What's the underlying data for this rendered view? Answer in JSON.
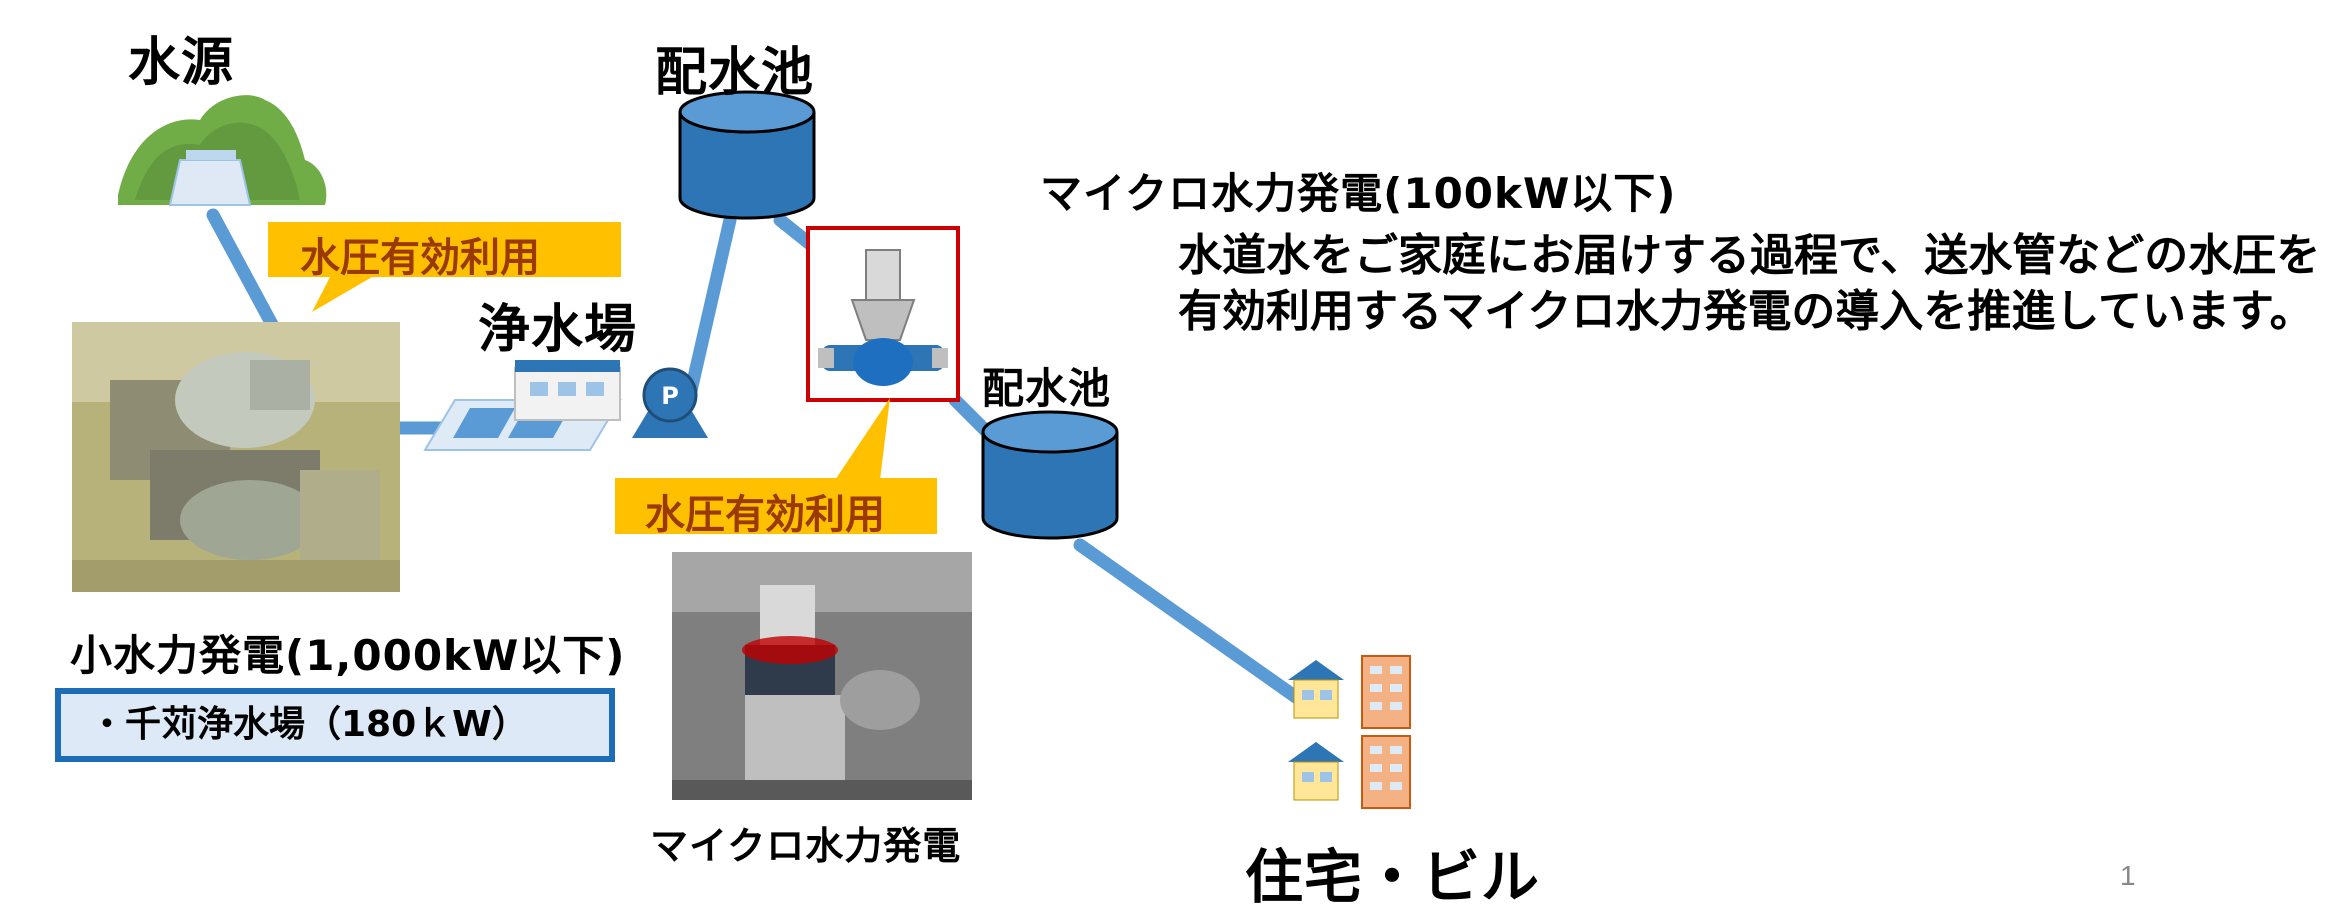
{
  "labels": {
    "water_source": "水源",
    "reservoir_top": "配水池",
    "reservoir_mid": "配水池",
    "treatment_plant": "浄水場",
    "small_hydro": "小水力発電(1,000kW以下)",
    "micro_hydro_title": "マイクロ水力発電(100kW以下)",
    "micro_hydro_photo_caption": "マイクロ水力発電",
    "residential": "住宅・ビル",
    "pump_letter": "P"
  },
  "callouts": {
    "pressure_use_left": "水圧有効利用",
    "pressure_use_center": "水圧有効利用"
  },
  "description": "水道水をご家庭にお届けする過程で、送水管などの水圧を有効利用するマイクロ水力発電の導入を推進しています。",
  "facility_box": "・千苅浄水場（180ｋW）",
  "page_number": "1",
  "colors": {
    "pipe": "#5b9bd5",
    "tank": "#2e75b6",
    "callout": "#ffc000",
    "highlight": "#cc0000",
    "box_border": "#1c6db5"
  }
}
